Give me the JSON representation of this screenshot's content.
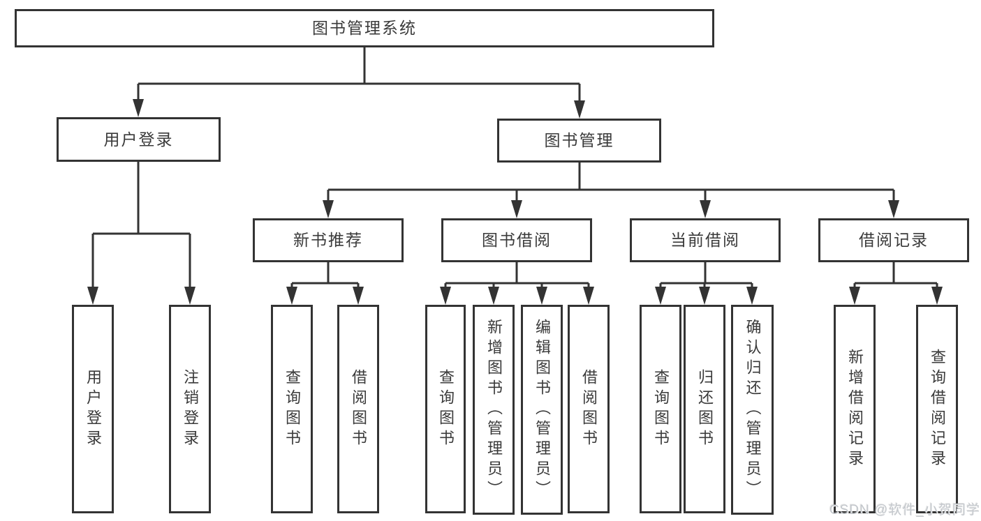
{
  "diagram": {
    "root_label": "图书管理系统",
    "level2": [
      {
        "label": "用户登录",
        "leaves": [
          "用户登录",
          "注销登录"
        ]
      },
      {
        "label": "图书管理",
        "groups": [
          {
            "label": "新书推荐",
            "leaves": [
              "查询图书",
              "借阅图书"
            ]
          },
          {
            "label": "图书借阅",
            "leaves": [
              "查询图书",
              "新增图书（管理员）",
              "编辑图书（管理员）",
              "借阅图书"
            ]
          },
          {
            "label": "当前借阅",
            "leaves": [
              "查询图书",
              "归还图书",
              "确认归还（管理员）"
            ]
          },
          {
            "label": "借阅记录",
            "leaves": [
              "新增借阅记录",
              "查询借阅记录"
            ]
          }
        ]
      }
    ],
    "colors": {
      "border": "#333333",
      "line": "#333333",
      "text": "#3a3a3a",
      "background": "#ffffff",
      "watermark_text": "#c3c7cc"
    },
    "watermark": "CSDN @软件_小贺同学"
  }
}
